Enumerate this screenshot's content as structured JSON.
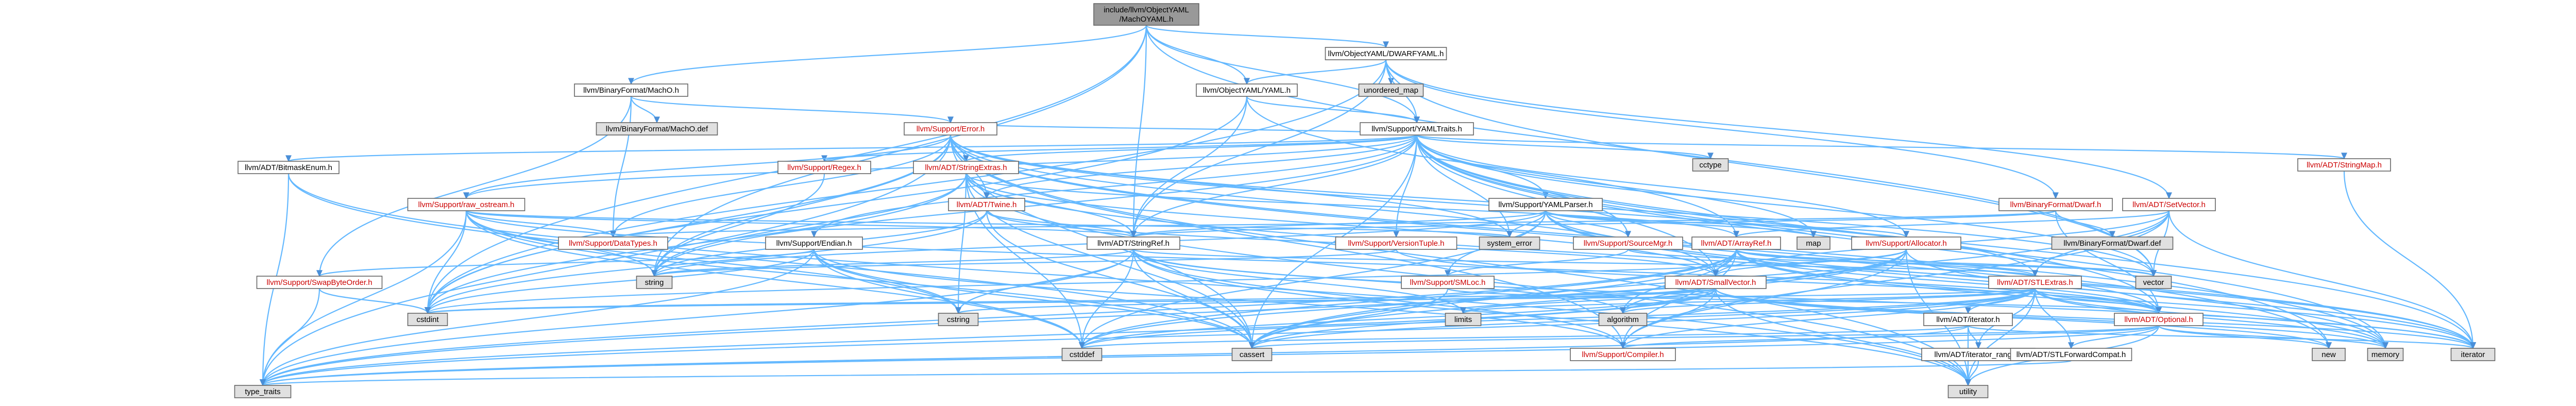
{
  "colors": {
    "edge": "#63b8ff",
    "edge_dark": "#4a8fd8",
    "node_border": "#666666",
    "node_fill": "#ffffff",
    "root_fill": "#999999",
    "incomplete_fill": "#e0e0e0",
    "red_text": "#cc0000",
    "black_text": "#000000"
  },
  "nodes": [
    {
      "id": "root",
      "lines": [
        "include/llvm/ObjectYAML",
        "/MachOYAML.h"
      ],
      "style": "root"
    },
    {
      "id": "dwarfyaml",
      "lines": [
        "llvm/ObjectYAML/DWARFYAML.h"
      ],
      "style": "normal"
    },
    {
      "id": "bfmacho",
      "lines": [
        "llvm/BinaryFormat/MachO.h"
      ],
      "style": "normal"
    },
    {
      "id": "objyaml",
      "lines": [
        "llvm/ObjectYAML/YAML.h"
      ],
      "style": "normal"
    },
    {
      "id": "unordered_map",
      "lines": [
        "unordered_map"
      ],
      "style": "gray"
    },
    {
      "id": "yamltraits",
      "lines": [
        "llvm/Support/YAMLTraits.h"
      ],
      "style": "normal"
    },
    {
      "id": "macho_def",
      "lines": [
        "llvm/BinaryFormat/MachO.def"
      ],
      "style": "gray"
    },
    {
      "id": "error",
      "lines": [
        "llvm/Support/Error.h"
      ],
      "style": "red"
    },
    {
      "id": "cctype",
      "lines": [
        "cctype"
      ],
      "style": "gray"
    },
    {
      "id": "stringmap",
      "lines": [
        "llvm/ADT/StringMap.h"
      ],
      "style": "red"
    },
    {
      "id": "bitmaskenum",
      "lines": [
        "llvm/ADT/BitmaskEnum.h"
      ],
      "style": "normal"
    },
    {
      "id": "regex",
      "lines": [
        "llvm/Support/Regex.h"
      ],
      "style": "red"
    },
    {
      "id": "stringextras",
      "lines": [
        "llvm/ADT/StringExtras.h"
      ],
      "style": "red"
    },
    {
      "id": "yamlparser",
      "lines": [
        "llvm/Support/YAMLParser.h"
      ],
      "style": "normal"
    },
    {
      "id": "bfdwarf",
      "lines": [
        "llvm/BinaryFormat/Dwarf.h"
      ],
      "style": "red"
    },
    {
      "id": "setvector",
      "lines": [
        "llvm/ADT/SetVector.h"
      ],
      "style": "red"
    },
    {
      "id": "rawostream",
      "lines": [
        "llvm/Support/raw_ostream.h"
      ],
      "style": "red"
    },
    {
      "id": "twine",
      "lines": [
        "llvm/ADT/Twine.h"
      ],
      "style": "red"
    },
    {
      "id": "endian",
      "lines": [
        "llvm/Support/Endian.h"
      ],
      "style": "normal"
    },
    {
      "id": "stringref",
      "lines": [
        "llvm/ADT/StringRef.h"
      ],
      "style": "normal"
    },
    {
      "id": "system_error",
      "lines": [
        "system_error"
      ],
      "style": "gray"
    },
    {
      "id": "versiontuple",
      "lines": [
        "llvm/Support/VersionTuple.h"
      ],
      "style": "red"
    },
    {
      "id": "sourcemgr",
      "lines": [
        "llvm/Support/SourceMgr.h"
      ],
      "style": "red"
    },
    {
      "id": "map",
      "lines": [
        "map"
      ],
      "style": "gray"
    },
    {
      "id": "arrayref",
      "lines": [
        "llvm/ADT/ArrayRef.h"
      ],
      "style": "red"
    },
    {
      "id": "allocator",
      "lines": [
        "llvm/Support/Allocator.h"
      ],
      "style": "red"
    },
    {
      "id": "dwarf_def",
      "lines": [
        "llvm/BinaryFormat/Dwarf.def"
      ],
      "style": "gray"
    },
    {
      "id": "datatypes",
      "lines": [
        "llvm/Support/DataTypes.h"
      ],
      "style": "red"
    },
    {
      "id": "swapbyteorder",
      "lines": [
        "llvm/Support/SwapByteOrder.h"
      ],
      "style": "red"
    },
    {
      "id": "string",
      "lines": [
        "string"
      ],
      "style": "gray"
    },
    {
      "id": "smloc",
      "lines": [
        "llvm/Support/SMLoc.h"
      ],
      "style": "red"
    },
    {
      "id": "smallvector",
      "lines": [
        "llvm/ADT/SmallVector.h"
      ],
      "style": "red"
    },
    {
      "id": "stlextras",
      "lines": [
        "llvm/ADT/STLExtras.h"
      ],
      "style": "red"
    },
    {
      "id": "vector",
      "lines": [
        "vector"
      ],
      "style": "gray"
    },
    {
      "id": "cstdint",
      "lines": [
        "cstdint"
      ],
      "style": "gray"
    },
    {
      "id": "cstring",
      "lines": [
        "cstring"
      ],
      "style": "gray"
    },
    {
      "id": "limits",
      "lines": [
        "limits"
      ],
      "style": "gray"
    },
    {
      "id": "algorithm",
      "lines": [
        "algorithm"
      ],
      "style": "gray"
    },
    {
      "id": "adtiterator",
      "lines": [
        "llvm/ADT/iterator.h"
      ],
      "style": "normal"
    },
    {
      "id": "optional",
      "lines": [
        "llvm/ADT/Optional.h"
      ],
      "style": "red"
    },
    {
      "id": "cstddef",
      "lines": [
        "cstddef"
      ],
      "style": "gray"
    },
    {
      "id": "cassert",
      "lines": [
        "cassert"
      ],
      "style": "gray"
    },
    {
      "id": "compiler",
      "lines": [
        "llvm/Support/Compiler.h"
      ],
      "style": "red"
    },
    {
      "id": "iterrange",
      "lines": [
        "llvm/ADT/iterator_range.h"
      ],
      "style": "normal"
    },
    {
      "id": "stlforward",
      "lines": [
        "llvm/ADT/STLForwardCompat.h"
      ],
      "style": "normal"
    },
    {
      "id": "new",
      "lines": [
        "new"
      ],
      "style": "gray"
    },
    {
      "id": "memory",
      "lines": [
        "memory"
      ],
      "style": "gray"
    },
    {
      "id": "iterator",
      "lines": [
        "iterator"
      ],
      "style": "gray"
    },
    {
      "id": "type_traits",
      "lines": [
        "type_traits"
      ],
      "style": "gray"
    },
    {
      "id": "utility",
      "lines": [
        "utility"
      ],
      "style": "gray"
    }
  ],
  "edges": [
    [
      "root",
      "dwarfyaml"
    ],
    [
      "root",
      "bfmacho"
    ],
    [
      "root",
      "objyaml"
    ],
    [
      "root",
      "yamltraits"
    ],
    [
      "root",
      "stringref"
    ],
    [
      "root",
      "cstdint"
    ],
    [
      "root",
      "string"
    ],
    [
      "root",
      "vector"
    ],
    [
      "dwarfyaml",
      "unordered_map"
    ],
    [
      "dwarfyaml",
      "yamltraits"
    ],
    [
      "dwarfyaml",
      "objyaml"
    ],
    [
      "dwarfyaml",
      "bfdwarf"
    ],
    [
      "dwarfyaml",
      "setvector"
    ],
    [
      "dwarfyaml",
      "stringref"
    ],
    [
      "dwarfyaml",
      "vector"
    ],
    [
      "dwarfyaml",
      "cstdint"
    ],
    [
      "bfmacho",
      "macho_def"
    ],
    [
      "bfmacho",
      "error"
    ],
    [
      "bfmacho",
      "swapbyteorder"
    ],
    [
      "bfmacho",
      "datatypes"
    ],
    [
      "objyaml",
      "yamltraits"
    ],
    [
      "objyaml",
      "stringref"
    ],
    [
      "objyaml",
      "arrayref"
    ],
    [
      "objyaml",
      "cstdint"
    ],
    [
      "yamltraits",
      "error"
    ],
    [
      "yamltraits",
      "cctype"
    ],
    [
      "yamltraits",
      "stringmap"
    ],
    [
      "yamltraits",
      "bitmaskenum"
    ],
    [
      "yamltraits",
      "regex"
    ],
    [
      "yamltraits",
      "stringextras"
    ],
    [
      "yamltraits",
      "yamlparser"
    ],
    [
      "yamltraits",
      "twine"
    ],
    [
      "yamltraits",
      "endian"
    ],
    [
      "yamltraits",
      "stringref"
    ],
    [
      "yamltraits",
      "versiontuple"
    ],
    [
      "yamltraits",
      "sourcemgr"
    ],
    [
      "yamltraits",
      "smallvector"
    ],
    [
      "yamltraits",
      "map"
    ],
    [
      "yamltraits",
      "vector"
    ],
    [
      "yamltraits",
      "system_error"
    ],
    [
      "yamltraits",
      "rawostream"
    ],
    [
      "yamltraits",
      "allocator"
    ],
    [
      "yamltraits",
      "optional"
    ],
    [
      "yamltraits",
      "new"
    ],
    [
      "yamltraits",
      "memory"
    ],
    [
      "yamltraits",
      "string"
    ],
    [
      "yamltraits",
      "cassert"
    ],
    [
      "yamltraits",
      "iterator"
    ],
    [
      "error",
      "rawostream"
    ],
    [
      "error",
      "twine"
    ],
    [
      "error",
      "stringextras"
    ],
    [
      "error",
      "datatypes"
    ],
    [
      "error",
      "system_error"
    ],
    [
      "error",
      "string"
    ],
    [
      "error",
      "cassert"
    ],
    [
      "error",
      "cstdint"
    ],
    [
      "error",
      "memory"
    ],
    [
      "error",
      "type_traits"
    ],
    [
      "error",
      "utility"
    ],
    [
      "error",
      "new"
    ],
    [
      "error",
      "compiler"
    ],
    [
      "error",
      "stlextras"
    ],
    [
      "error",
      "smallvector"
    ],
    [
      "error",
      "vector"
    ],
    [
      "stringmap",
      "iterator"
    ],
    [
      "bitmaskenum",
      "cassert"
    ],
    [
      "bitmaskenum",
      "type_traits"
    ],
    [
      "bitmaskenum",
      "utility"
    ],
    [
      "regex",
      "string"
    ],
    [
      "stringextras",
      "arrayref"
    ],
    [
      "stringextras",
      "smallvector"
    ],
    [
      "stringextras",
      "stringref"
    ],
    [
      "stringextras",
      "twine"
    ],
    [
      "stringextras",
      "cassert"
    ],
    [
      "stringextras",
      "cstddef"
    ],
    [
      "stringextras",
      "cstdint"
    ],
    [
      "stringextras",
      "cstring"
    ],
    [
      "stringextras",
      "iterator"
    ],
    [
      "stringextras",
      "string"
    ],
    [
      "stringextras",
      "utility"
    ],
    [
      "yamlparser",
      "sourcemgr"
    ],
    [
      "yamlparser",
      "smloc"
    ],
    [
      "yamlparser",
      "allocator"
    ],
    [
      "yamlparser",
      "stringref"
    ],
    [
      "yamlparser",
      "cstddef"
    ],
    [
      "yamlparser",
      "iterator"
    ],
    [
      "yamlparser",
      "map"
    ],
    [
      "yamlparser",
      "memory"
    ],
    [
      "yamlparser",
      "optional"
    ],
    [
      "yamlparser",
      "string"
    ],
    [
      "yamlparser",
      "system_error"
    ],
    [
      "bfdwarf",
      "dwarf_def"
    ],
    [
      "bfdwarf",
      "stringref"
    ],
    [
      "bfdwarf",
      "optional"
    ],
    [
      "bfdwarf",
      "datatypes"
    ],
    [
      "setvector",
      "arrayref"
    ],
    [
      "setvector",
      "smallvector"
    ],
    [
      "setvector",
      "stlextras"
    ],
    [
      "setvector",
      "compiler"
    ],
    [
      "setvector",
      "cassert"
    ],
    [
      "setvector",
      "iterator"
    ],
    [
      "setvector",
      "vector"
    ],
    [
      "rawostream",
      "stringref"
    ],
    [
      "rawostream",
      "datatypes"
    ],
    [
      "rawostream",
      "cassert"
    ],
    [
      "rawostream",
      "cstddef"
    ],
    [
      "rawostream",
      "cstdint"
    ],
    [
      "rawostream",
      "cstring"
    ],
    [
      "rawostream",
      "string"
    ],
    [
      "rawostream",
      "system_error"
    ],
    [
      "rawostream",
      "type_traits"
    ],
    [
      "rawostream",
      "optional"
    ],
    [
      "twine",
      "smallvector"
    ],
    [
      "twine",
      "stringref"
    ],
    [
      "twine",
      "cassert"
    ],
    [
      "twine",
      "cstdint"
    ],
    [
      "twine",
      "string"
    ],
    [
      "endian",
      "swapbyteorder"
    ],
    [
      "endian",
      "compiler"
    ],
    [
      "endian",
      "cassert"
    ],
    [
      "endian",
      "cstddef"
    ],
    [
      "endian",
      "cstdint"
    ],
    [
      "endian",
      "cstring"
    ],
    [
      "endian",
      "type_traits"
    ],
    [
      "stringref",
      "stlextras"
    ],
    [
      "stringref",
      "iterator"
    ],
    [
      "stringref",
      "compiler"
    ],
    [
      "stringref",
      "algorithm"
    ],
    [
      "stringref",
      "cassert"
    ],
    [
      "stringref",
      "cstddef"
    ],
    [
      "stringref",
      "cstring"
    ],
    [
      "stringref",
      "limits"
    ],
    [
      "stringref",
      "string"
    ],
    [
      "stringref",
      "type_traits"
    ],
    [
      "stringref",
      "utility"
    ],
    [
      "versiontuple",
      "optional"
    ],
    [
      "versiontuple",
      "string"
    ],
    [
      "sourcemgr",
      "smloc"
    ],
    [
      "sourcemgr",
      "vector"
    ],
    [
      "arrayref",
      "smallvector"
    ],
    [
      "arrayref",
      "stlextras"
    ],
    [
      "arrayref",
      "compiler"
    ],
    [
      "arrayref",
      "algorithm"
    ],
    [
      "arrayref",
      "cassert"
    ],
    [
      "arrayref",
      "cstddef"
    ],
    [
      "arrayref",
      "iterator"
    ],
    [
      "arrayref",
      "memory"
    ],
    [
      "arrayref",
      "type_traits"
    ],
    [
      "arrayref",
      "vector"
    ],
    [
      "arrayref",
      "optional"
    ],
    [
      "allocator",
      "compiler"
    ],
    [
      "allocator",
      "algorithm"
    ],
    [
      "allocator",
      "cassert"
    ],
    [
      "allocator",
      "cstddef"
    ],
    [
      "allocator",
      "cstdint"
    ],
    [
      "allocator",
      "iterator"
    ],
    [
      "allocator",
      "type_traits"
    ],
    [
      "allocator",
      "utility"
    ],
    [
      "allocator",
      "smallvector"
    ],
    [
      "swapbyteorder",
      "cstdint"
    ],
    [
      "swapbyteorder",
      "type_traits"
    ],
    [
      "smloc",
      "optional"
    ],
    [
      "smloc",
      "cassert"
    ],
    [
      "smallvector",
      "compiler"
    ],
    [
      "smallvector",
      "algorithm"
    ],
    [
      "smallvector",
      "cassert"
    ],
    [
      "smallvector",
      "cstddef"
    ],
    [
      "smallvector",
      "cstdint"
    ],
    [
      "smallvector",
      "cstring"
    ],
    [
      "smallvector",
      "limits"
    ],
    [
      "smallvector",
      "memory"
    ],
    [
      "smallvector",
      "new"
    ],
    [
      "smallvector",
      "iterator"
    ],
    [
      "smallvector",
      "type_traits"
    ],
    [
      "smallvector",
      "utility"
    ],
    [
      "stlextras",
      "adtiterator"
    ],
    [
      "stlextras",
      "iterrange"
    ],
    [
      "stlextras",
      "stlforward"
    ],
    [
      "stlextras",
      "optional"
    ],
    [
      "stlextras",
      "compiler"
    ],
    [
      "stlextras",
      "algorithm"
    ],
    [
      "stlextras",
      "cassert"
    ],
    [
      "stlextras",
      "cstddef"
    ],
    [
      "stlextras",
      "cstdint"
    ],
    [
      "stlextras",
      "limits"
    ],
    [
      "stlextras",
      "memory"
    ],
    [
      "stlextras",
      "iterator"
    ],
    [
      "stlextras",
      "type_traits"
    ],
    [
      "stlextras",
      "utility"
    ],
    [
      "adtiterator",
      "iterrange"
    ],
    [
      "adtiterator",
      "cstddef"
    ],
    [
      "adtiterator",
      "iterator"
    ],
    [
      "adtiterator",
      "type_traits"
    ],
    [
      "adtiterator",
      "utility"
    ],
    [
      "optional",
      "compiler"
    ],
    [
      "optional",
      "stlforward"
    ],
    [
      "optional",
      "cassert"
    ],
    [
      "optional",
      "new"
    ],
    [
      "optional",
      "utility"
    ],
    [
      "optional",
      "memory"
    ],
    [
      "optional",
      "type_traits"
    ],
    [
      "iterrange",
      "utility"
    ],
    [
      "stlforward",
      "type_traits"
    ]
  ]
}
